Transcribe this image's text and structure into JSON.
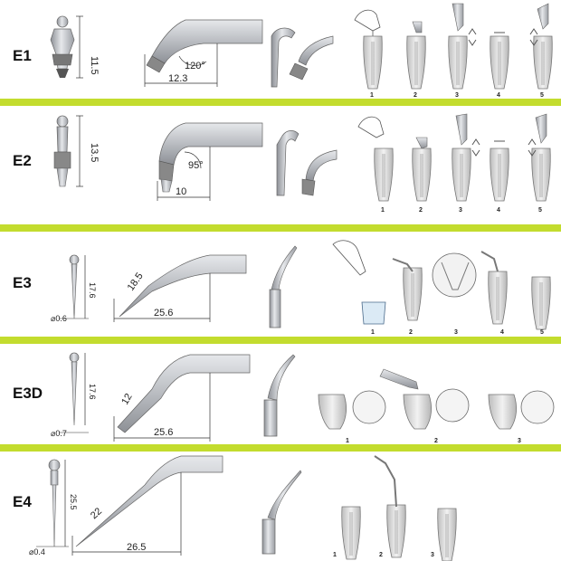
{
  "rows": [
    {
      "label": "E1",
      "tip_length": "11.5",
      "bend_angle": "120°",
      "base_length": "12.3",
      "steps": [
        "1",
        "2",
        "3",
        "4",
        "5"
      ]
    },
    {
      "label": "E2",
      "tip_length": "13.5",
      "bend_angle": "95°",
      "base_length": "10",
      "steps": [
        "1",
        "2",
        "3",
        "4",
        "5"
      ]
    },
    {
      "label": "E3",
      "diameter": "⌀0.6",
      "tip_length": "17.6",
      "shaft_length": "18.5",
      "base_length": "25.6",
      "steps": [
        "1",
        "2",
        "3",
        "4",
        "5"
      ]
    },
    {
      "label": "E3D",
      "diameter": "⌀0.7",
      "tip_length": "17.6",
      "shaft_length": "12",
      "base_length": "25.6",
      "steps": [
        "1",
        "2",
        "3"
      ]
    },
    {
      "label": "E4",
      "diameter": "⌀0.4",
      "tip_length": "25.5",
      "shaft_length": "22",
      "base_length": "26.5",
      "steps": [
        "1",
        "2",
        "3"
      ]
    }
  ],
  "colors": {
    "separator": "#c3dc2e",
    "metal": "#b9bcc1",
    "tooth": "#dcdcdc"
  }
}
